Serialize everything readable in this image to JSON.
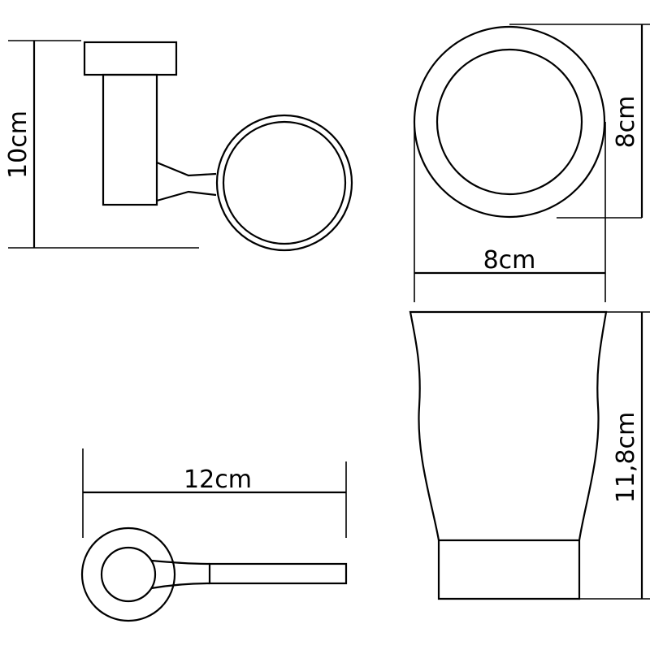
{
  "dimensions": {
    "holder_height": "10cm",
    "ring_diameter": "8cm",
    "ring_width": "8cm",
    "bracket_length": "12cm",
    "cup_height": "11,8cm"
  }
}
